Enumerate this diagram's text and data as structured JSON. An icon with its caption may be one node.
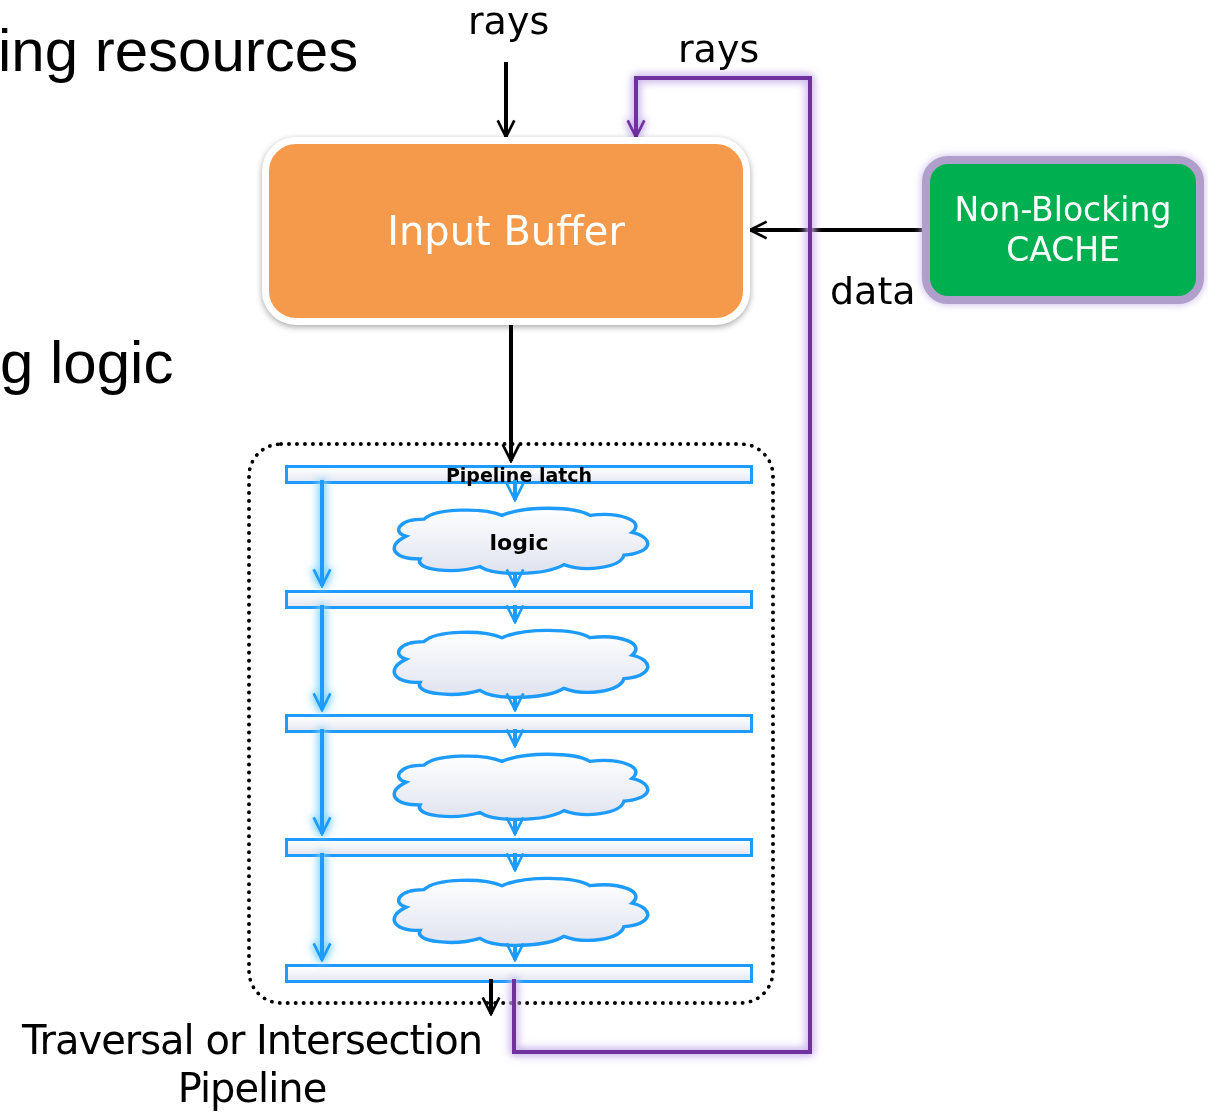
{
  "diagram": {
    "nodes": [
      {
        "text": [
          "Input Buffer"
        ]
      },
      {
        "text": [
          "Non-Blocking CACHE"
        ]
      },
      {
        "text": [],
        "shape": "box"
      },
      {
        "text": [
          "Pipeline latch"
        ],
        "in": 2
      },
      {
        "text": [
          "logic"
        ],
        "in": 2
      },
      {
        "text": [],
        "shape": "bar",
        "in": 2
      },
      {
        "text": [],
        "shape": "cloud",
        "in": 2
      },
      {
        "text": [],
        "shape": "bar",
        "in": 2
      },
      {
        "text": [],
        "shape": "cloud",
        "in": 2
      },
      {
        "text": [],
        "shape": "bar",
        "in": 2
      },
      {
        "text": [],
        "shape": "cloud",
        "in": 2
      },
      {
        "text": [],
        "shape": "bar",
        "in": 2
      },
      {
        "text": [
          "Traversal or Intersection Pipeline"
        ]
      }
    ],
    "edges": [
      {
        "from": null,
        "to": 0,
        "arrow": "to",
        "label": "rays",
        "color": "#000000"
      },
      {
        "from": 1,
        "to": 0,
        "arrow": "to",
        "label": "data",
        "color": "#000000"
      },
      {
        "from": 0,
        "to": 3,
        "arrow": "to",
        "color": "#000000"
      },
      {
        "from": 3,
        "to": 4,
        "arrow": "to"
      },
      {
        "from": 4,
        "to": 5,
        "arrow": "to"
      },
      {
        "from": 5,
        "to": 6,
        "arrow": "to"
      },
      {
        "from": 6,
        "to": 7,
        "arrow": "to"
      },
      {
        "from": 7,
        "to": 8,
        "arrow": "to"
      },
      {
        "from": 8,
        "to": 9,
        "arrow": "to"
      },
      {
        "from": 9,
        "to": 10,
        "arrow": "to"
      },
      {
        "from": 10,
        "to": 11,
        "arrow": "to"
      },
      {
        "from": 3,
        "to": 5,
        "arrow": "to"
      },
      {
        "from": 5,
        "to": 7,
        "arrow": "to"
      },
      {
        "from": 7,
        "to": 9,
        "arrow": "to"
      },
      {
        "from": 9,
        "to": 11,
        "arrow": "to"
      },
      {
        "from": 11,
        "to": 12,
        "arrow": "to",
        "color": "#000000"
      },
      {
        "from": 11,
        "to": 0,
        "arrow": "to",
        "label": "rays",
        "color": "#7030a0"
      }
    ],
    "labels": [
      "ing resources",
      "g logic"
    ]
  }
}
